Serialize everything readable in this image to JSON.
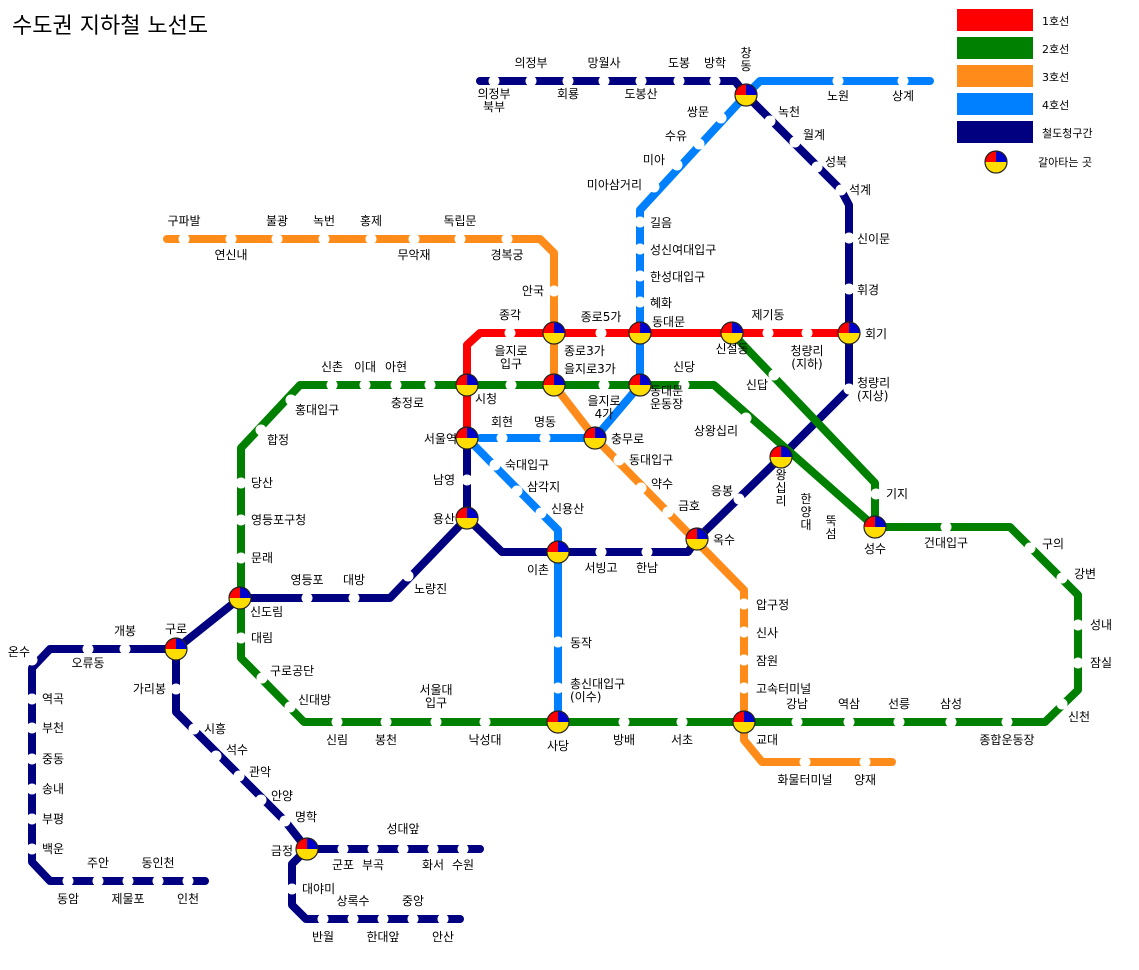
{
  "title": "수도권 지하철 노선도",
  "colors": {
    "line1": "#ff0000",
    "line2": "#008000",
    "line3": "#ff8c1a",
    "line4": "#0080ff",
    "korail": "#000080"
  },
  "legend": {
    "items": [
      {
        "label": "1호선",
        "color": "#ff0000"
      },
      {
        "label": "2호선",
        "color": "#008000"
      },
      {
        "label": "3호선",
        "color": "#ff8c1a"
      },
      {
        "label": "4호선",
        "color": "#0080ff"
      },
      {
        "label": "철도청구간",
        "color": "#000080"
      }
    ],
    "transfer_label": "갈아타는 곳",
    "transfer_icon": "transfer-icon"
  },
  "stations": [
    {
      "id": "uijeongbu_n",
      "label": "의정부\n북부"
    },
    {
      "id": "uijeongbu",
      "label": "의정부"
    },
    {
      "id": "hoeryong",
      "label": "회룡"
    },
    {
      "id": "mangwolsa",
      "label": "망월사"
    },
    {
      "id": "dobongsan",
      "label": "도봉산"
    },
    {
      "id": "dobong",
      "label": "도봉"
    },
    {
      "id": "banghak",
      "label": "방학"
    },
    {
      "id": "changdong",
      "label": "창\n동"
    },
    {
      "id": "nokcheon",
      "label": "녹천"
    },
    {
      "id": "wolgye",
      "label": "월계"
    },
    {
      "id": "seongbuk",
      "label": "성북"
    },
    {
      "id": "seokgye",
      "label": "석계"
    },
    {
      "id": "sinimun",
      "label": "신이문"
    },
    {
      "id": "hwigyeong",
      "label": "휘경"
    },
    {
      "id": "hoegi",
      "label": "회기"
    },
    {
      "id": "cheongnyangni_g",
      "label": "청량리\n(지상)"
    },
    {
      "id": "nowon",
      "label": "노원"
    },
    {
      "id": "sanggye",
      "label": "상계"
    },
    {
      "id": "ssangmun",
      "label": "쌍문"
    },
    {
      "id": "suyu",
      "label": "수유"
    },
    {
      "id": "mia",
      "label": "미아"
    },
    {
      "id": "miasamgeori",
      "label": "미아삼거리"
    },
    {
      "id": "gireum",
      "label": "길음"
    },
    {
      "id": "sungshin",
      "label": "성신여대입구"
    },
    {
      "id": "hansung",
      "label": "한성대입구"
    },
    {
      "id": "hyehwa",
      "label": "혜화"
    },
    {
      "id": "dongdaemun",
      "label": "동대문"
    },
    {
      "id": "dongdaemun_stadium",
      "label": "동대문\n운동장"
    },
    {
      "id": "chungmuro",
      "label": "충무로"
    },
    {
      "id": "myeongdong",
      "label": "명동"
    },
    {
      "id": "hoehyeon",
      "label": "회현"
    },
    {
      "id": "seoul",
      "label": "서울역"
    },
    {
      "id": "sookmyung",
      "label": "숙대입구"
    },
    {
      "id": "samgakji",
      "label": "삼각지"
    },
    {
      "id": "sinyongsan",
      "label": "신용산"
    },
    {
      "id": "ichon",
      "label": "이촌"
    },
    {
      "id": "dongjak",
      "label": "동작"
    },
    {
      "id": "chongshin",
      "label": "총신대입구\n(이수)"
    },
    {
      "id": "sadang",
      "label": "사당"
    },
    {
      "id": "gupabal",
      "label": "구파발"
    },
    {
      "id": "yeonsinnae",
      "label": "연신내"
    },
    {
      "id": "bulgwang",
      "label": "불광"
    },
    {
      "id": "nokbeon",
      "label": "녹번"
    },
    {
      "id": "hongje",
      "label": "홍제"
    },
    {
      "id": "muakjae",
      "label": "무악재"
    },
    {
      "id": "dongnimmun",
      "label": "독립문"
    },
    {
      "id": "gyeongbokgung",
      "label": "경복궁"
    },
    {
      "id": "anguk",
      "label": "안국"
    },
    {
      "id": "jongno3_l3",
      "label": "종로3가"
    },
    {
      "id": "euljiro3_l3",
      "label": "을지로3가"
    },
    {
      "id": "dongdaeipgu",
      "label": "동대입구"
    },
    {
      "id": "yaksu",
      "label": "약수"
    },
    {
      "id": "geumho",
      "label": "금호"
    },
    {
      "id": "oksu",
      "label": "옥수"
    },
    {
      "id": "apgujeong",
      "label": "압구정"
    },
    {
      "id": "sinsa",
      "label": "신사"
    },
    {
      "id": "jamwon",
      "label": "잠원"
    },
    {
      "id": "express",
      "label": "고속터미널"
    },
    {
      "id": "gyodae",
      "label": "교대"
    },
    {
      "id": "nambu",
      "label": "화물터미널"
    },
    {
      "id": "yangjae",
      "label": "양재"
    },
    {
      "id": "jonggak",
      "label": "종각"
    },
    {
      "id": "jongno3_l1",
      "label": "종로3가"
    },
    {
      "id": "jongno5",
      "label": "종로5가"
    },
    {
      "id": "sinseoldong",
      "label": "신설동"
    },
    {
      "id": "jegidong",
      "label": "제기동"
    },
    {
      "id": "cheongnyangni_j",
      "label": "청량리\n(지하)"
    },
    {
      "id": "sicheong",
      "label": "시청"
    },
    {
      "id": "namyeong",
      "label": "남영"
    },
    {
      "id": "yongsan",
      "label": "용산"
    },
    {
      "id": "noryangjin",
      "label": "노량진"
    },
    {
      "id": "daebang",
      "label": "대방"
    },
    {
      "id": "yeongdeungpo",
      "label": "영등포"
    },
    {
      "id": "sindorim",
      "label": "신도림"
    },
    {
      "id": "guro",
      "label": "구로"
    },
    {
      "id": "gaebong",
      "label": "개봉"
    },
    {
      "id": "oryudong",
      "label": "오류동"
    },
    {
      "id": "onsu",
      "label": "온수"
    },
    {
      "id": "yeokgok",
      "label": "역곡"
    },
    {
      "id": "bucheon",
      "label": "부천"
    },
    {
      "id": "jungdong",
      "label": "중동"
    },
    {
      "id": "songnae",
      "label": "송내"
    },
    {
      "id": "bupyeong",
      "label": "부평"
    },
    {
      "id": "baegun",
      "label": "백운"
    },
    {
      "id": "dongam",
      "label": "동암"
    },
    {
      "id": "juan",
      "label": "주안"
    },
    {
      "id": "jemulpo",
      "label": "제물포"
    },
    {
      "id": "dongincheon",
      "label": "동인천"
    },
    {
      "id": "incheon",
      "label": "인천"
    },
    {
      "id": "garibong",
      "label": "가리봉"
    },
    {
      "id": "siheung",
      "label": "시흥"
    },
    {
      "id": "seoksu",
      "label": "석수"
    },
    {
      "id": "gwanak",
      "label": "관악"
    },
    {
      "id": "anyang",
      "label": "안양"
    },
    {
      "id": "myeonghak",
      "label": "명학"
    },
    {
      "id": "geumjeong",
      "label": "금정"
    },
    {
      "id": "gunpo",
      "label": "군포"
    },
    {
      "id": "bugok",
      "label": "부곡"
    },
    {
      "id": "seongdaeap",
      "label": "성대앞"
    },
    {
      "id": "hwaseo",
      "label": "화서"
    },
    {
      "id": "suwon",
      "label": "수원"
    },
    {
      "id": "daeyami",
      "label": "대야미"
    },
    {
      "id": "banwol",
      "label": "반월"
    },
    {
      "id": "sangroksu",
      "label": "상록수"
    },
    {
      "id": "handaeap",
      "label": "한대앞"
    },
    {
      "id": "jungang",
      "label": "중앙"
    },
    {
      "id": "ansan",
      "label": "안산"
    },
    {
      "id": "euljiro_ipgu",
      "label": "을지로\n입구"
    },
    {
      "id": "euljiro3_l2",
      "label": "을지로3가"
    },
    {
      "id": "euljiro4",
      "label": "을지로\n4가"
    },
    {
      "id": "dongdaemun_stadium_l2",
      "label": "동대문\n운동장"
    },
    {
      "id": "sindang",
      "label": "신당"
    },
    {
      "id": "sangwangsimni",
      "label": "상왕십리"
    },
    {
      "id": "wangsimni",
      "label": "왕\n십\n리"
    },
    {
      "id": "hanyang",
      "label": "한\n양\n대"
    },
    {
      "id": "ttukseom",
      "label": "뚝\n섬"
    },
    {
      "id": "seongsu",
      "label": "성수"
    },
    {
      "id": "sindap",
      "label": "신답"
    },
    {
      "id": "yongdu",
      "label": "기지"
    },
    {
      "id": "konkuk",
      "label": "건대입구"
    },
    {
      "id": "guui",
      "label": "구의"
    },
    {
      "id": "gangbyeon",
      "label": "강변"
    },
    {
      "id": "seongnae",
      "label": "성내"
    },
    {
      "id": "jamsil",
      "label": "잠실"
    },
    {
      "id": "sincheon",
      "label": "신천"
    },
    {
      "id": "sports",
      "label": "종합운동장"
    },
    {
      "id": "samseong",
      "label": "삼성"
    },
    {
      "id": "seolleung",
      "label": "선릉"
    },
    {
      "id": "yeoksam",
      "label": "역삼"
    },
    {
      "id": "gangnam",
      "label": "강남"
    },
    {
      "id": "seocho",
      "label": "서초"
    },
    {
      "id": "bangbae",
      "label": "방배"
    },
    {
      "id": "nakseongdae",
      "label": "낙성대"
    },
    {
      "id": "snu",
      "label": "서울대\n입구"
    },
    {
      "id": "bongcheon",
      "label": "봉천"
    },
    {
      "id": "sillim",
      "label": "신림"
    },
    {
      "id": "sindaebang",
      "label": "신대방"
    },
    {
      "id": "gurodigital",
      "label": "구로공단"
    },
    {
      "id": "daerim",
      "label": "대림"
    },
    {
      "id": "mullae",
      "label": "문래"
    },
    {
      "id": "ydpgucheong",
      "label": "영등포구청"
    },
    {
      "id": "dangsan",
      "label": "당산"
    },
    {
      "id": "hapjeong",
      "label": "합정"
    },
    {
      "id": "hongdae",
      "label": "홍대입구"
    },
    {
      "id": "sinchon",
      "label": "신촌"
    },
    {
      "id": "ewha",
      "label": "이대"
    },
    {
      "id": "ahyeon",
      "label": "아현"
    },
    {
      "id": "chungjeongno",
      "label": "충정로"
    },
    {
      "id": "seobinggo",
      "label": "서빙고"
    },
    {
      "id": "hannam",
      "label": "한남"
    },
    {
      "id": "eungbong",
      "label": "응봉"
    }
  ]
}
